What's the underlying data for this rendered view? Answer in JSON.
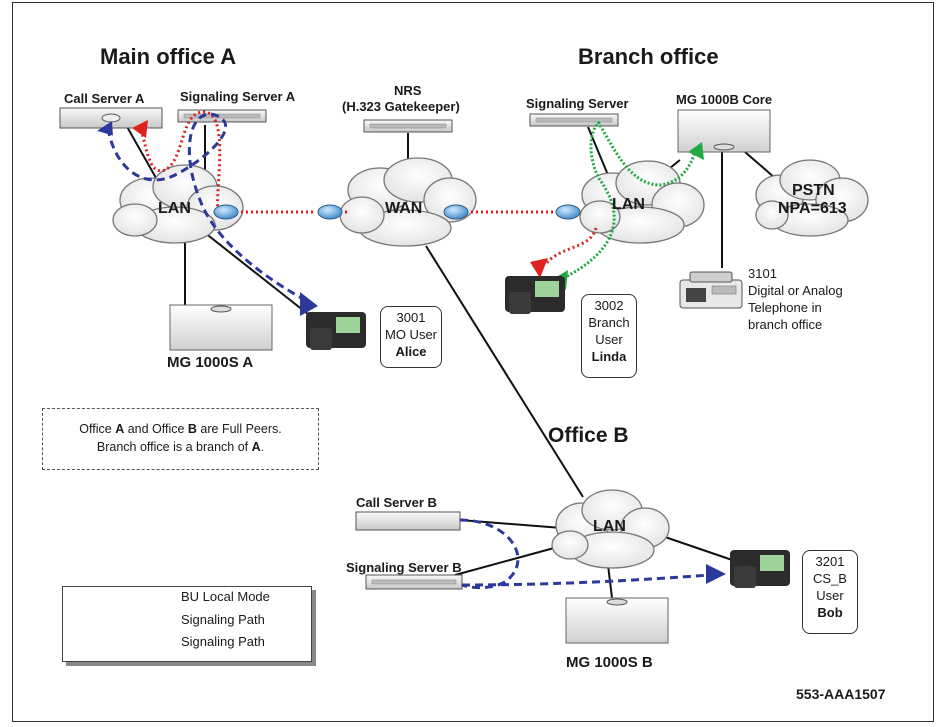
{
  "sections": {
    "main_office": "Main office A",
    "branch_office": "Branch office",
    "office_b": "Office B"
  },
  "devices": {
    "call_server_a": "Call Server A",
    "signaling_server_a": "Signaling Server A",
    "nrs_line1": "NRS",
    "nrs_line2": "(H.323 Gatekeeper)",
    "signaling_server_branch": "Signaling Server",
    "mg1000b_core": "MG 1000B Core",
    "mg1000s_a": "MG 1000S A",
    "call_server_b": "Call Server B",
    "signaling_server_b": "Signaling Server B",
    "mg1000s_b": "MG 1000S B"
  },
  "clouds": {
    "lan_a": "LAN",
    "wan": "WAN",
    "lan_branch": "LAN",
    "pstn_line1": "PSTN",
    "pstn_line2": "NPA=613",
    "lan_b": "LAN"
  },
  "users": {
    "alice": {
      "ext": "3001",
      "role": "MO User",
      "name": "Alice"
    },
    "linda": {
      "ext": "3002",
      "role1": "Branch",
      "role2": "User",
      "name": "Linda"
    },
    "bob": {
      "ext": "3201",
      "role1": "CS_B",
      "role2": "User",
      "name": "Bob"
    }
  },
  "analog_phone": {
    "ext": "3101",
    "line1": "Digital or Analog",
    "line2": "Telephone in",
    "line3": "branch office"
  },
  "note": {
    "line1_a": "Office ",
    "line1_b": "A",
    "line1_c": " and Office ",
    "line1_d": "B",
    "line1_e": " are Full Peers.",
    "line2_a": "Branch office is a branch of ",
    "line2_b": "A",
    "line2_c": "."
  },
  "legend": [
    {
      "label": "BU Local Mode",
      "color": "#22aa44"
    },
    {
      "label": "Signaling Path",
      "color": "#2b3a9a"
    },
    {
      "label": "Signaling Path",
      "color": "#dd2222"
    }
  ],
  "figure_id": "553-AAA1507",
  "colors": {
    "green": "#22aa44",
    "blue": "#2b3a9a",
    "red": "#dd2222"
  }
}
